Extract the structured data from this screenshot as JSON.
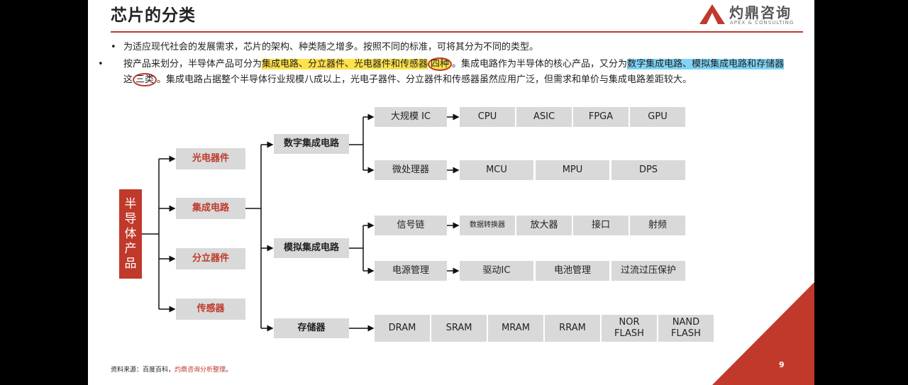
{
  "title": "芯片的分类",
  "logo": {
    "name": "灼鼎咨询",
    "sub": "APEX & CONSULTING"
  },
  "bullets": {
    "b1": "为适应现代社会的发展需求，芯片的架构、种类随之增多。按照不同的标准，可将其分为不同的类型。",
    "b2_pre": "按产品来划分，半导体产品可分为",
    "b2_hl1": "集成电路、分立器件、光电器件和传感器",
    "b2_circ1": "四种",
    "b2_mid": "。集成电路作为半导体的核心产品，又分为",
    "b2_hl2": "数字集成电路、模拟集成电",
    "b2_hl2b": "路和存储器",
    "b2_zhe": "这",
    "b2_circ2": "三类",
    "b2_post": "。集成电路占据整个半导体行业规模八成以上，光电子器件、分立器件和传感器虽然应用广泛，但需求和单价与集成电路差距较大。"
  },
  "tree": {
    "root": "半\n导\n体\n产\n品",
    "level1": [
      "光电器件",
      "集成电路",
      "分立器件",
      "传感器"
    ],
    "level2": [
      "数字集成电路",
      "模拟集成电路",
      "存储器"
    ],
    "level3": [
      "大规模 IC",
      "微处理器",
      "信号链",
      "电源管理"
    ],
    "large_ic": [
      "CPU",
      "ASIC",
      "FPGA",
      "GPU"
    ],
    "micro": [
      "MCU",
      "MPU",
      "DPS"
    ],
    "signal": [
      "数据转换器",
      "放大器",
      "接口",
      "射频"
    ],
    "power": [
      "驱动IC",
      "电池管理",
      "过流过压保护"
    ],
    "memory": [
      "DRAM",
      "SRAM",
      "MRAM",
      "RRAM",
      "NOR\nFLASH",
      "NAND\nFLASH"
    ]
  },
  "source": {
    "label": "资料来源：百度百科，",
    "org": "灼鼎咨询分析整理",
    "end": "。"
  },
  "page_number": "9",
  "colors": {
    "accent": "#c0392b",
    "box": "#d9d9d9",
    "highlight_yellow": "#ffe24a",
    "highlight_blue": "#7fd3f7"
  }
}
